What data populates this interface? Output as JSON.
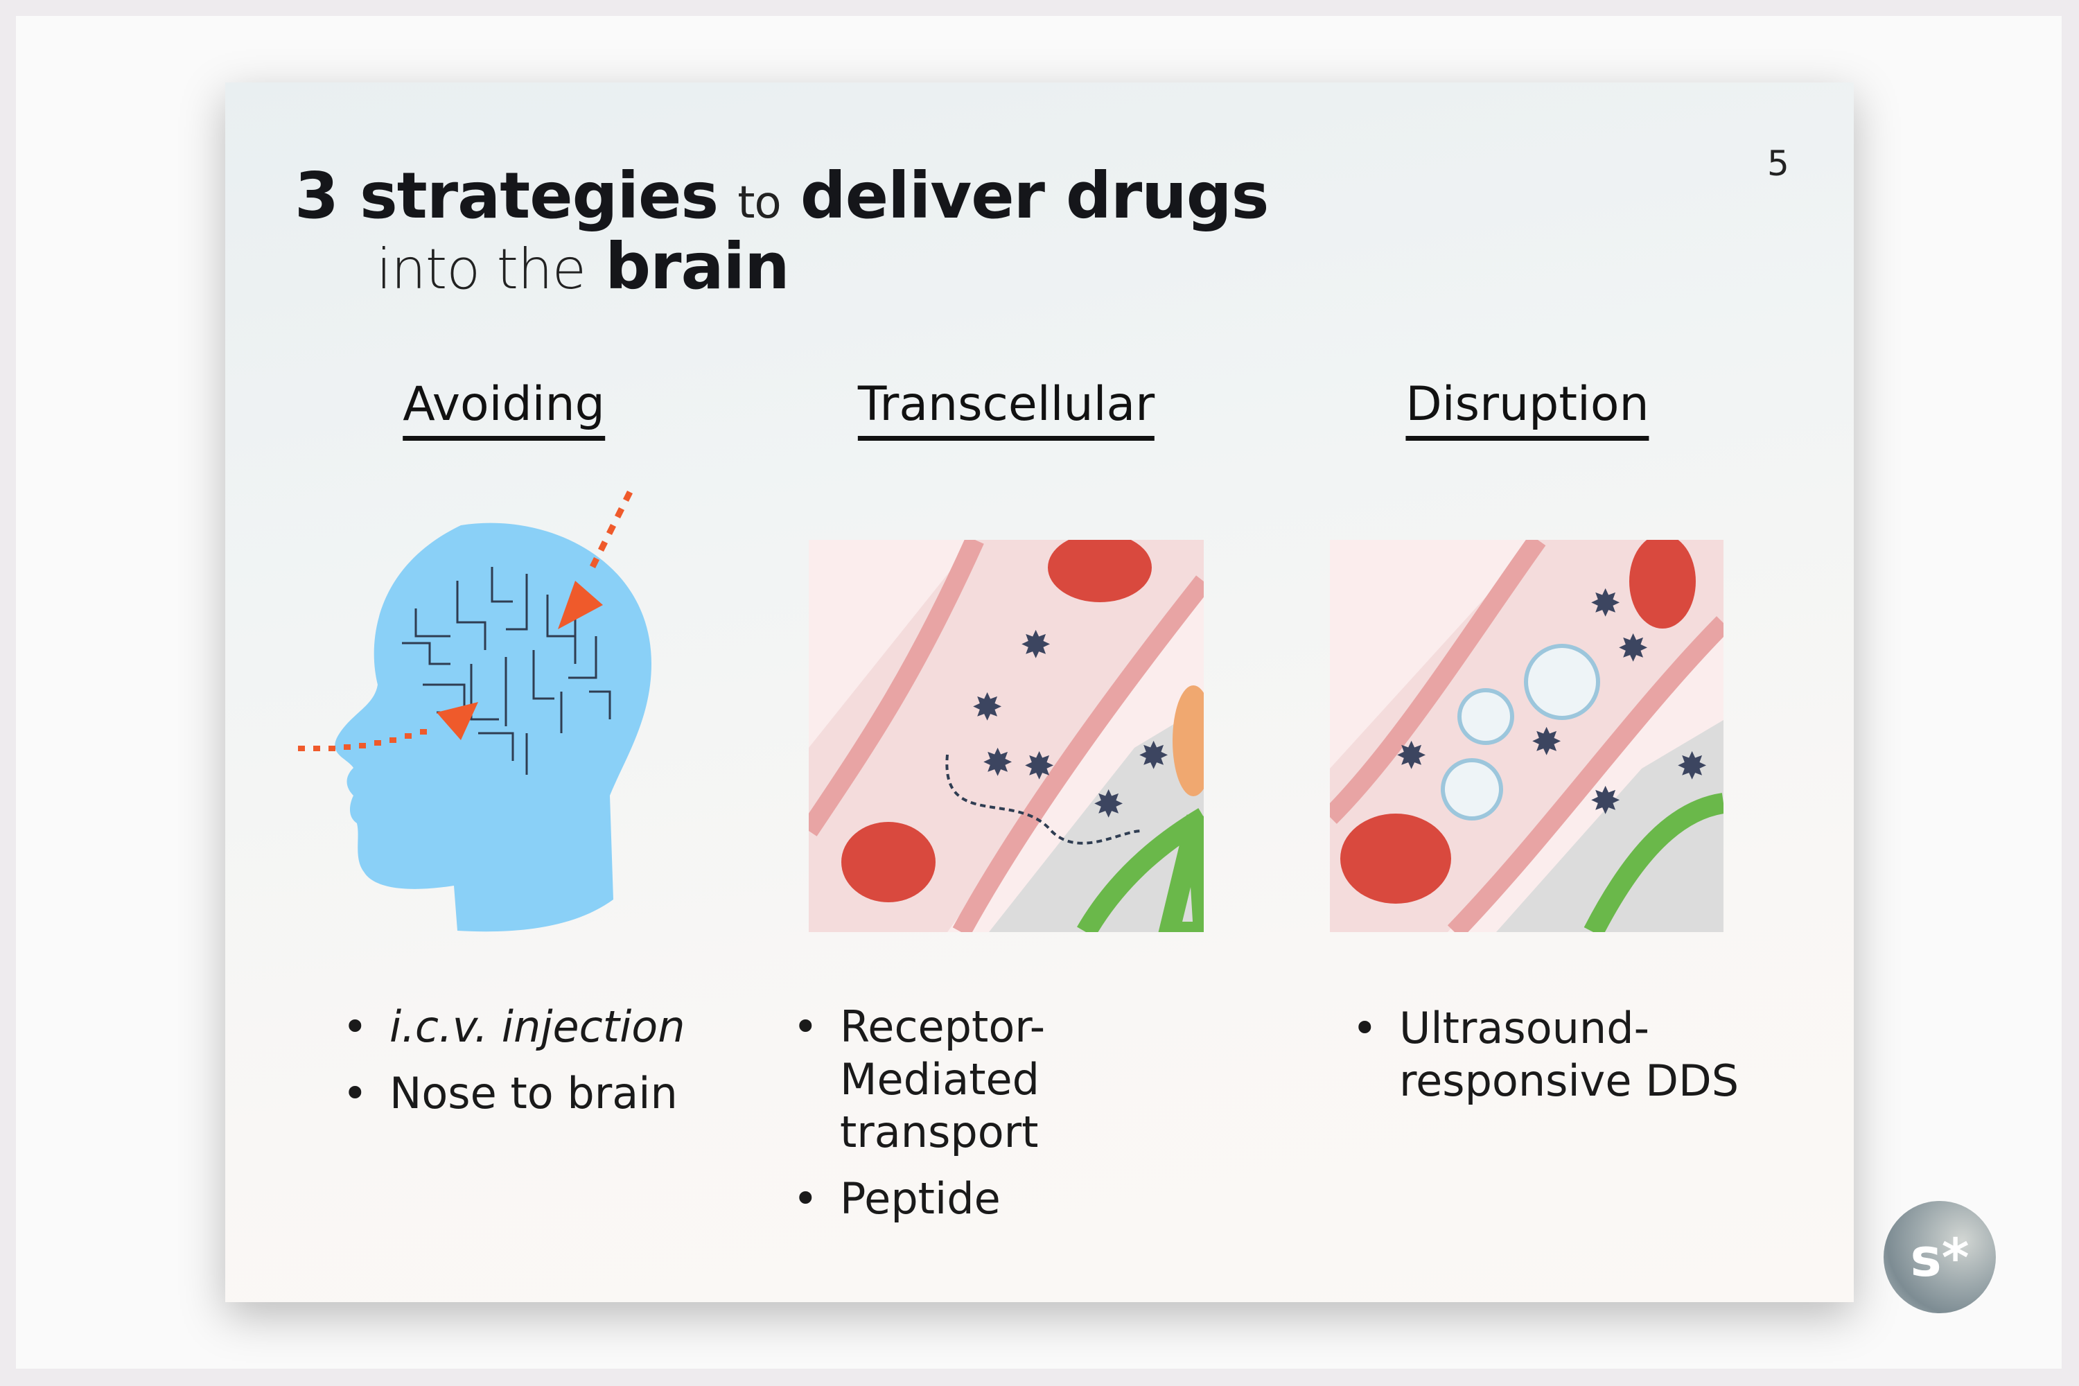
{
  "slide": {
    "page_number": "5",
    "title": {
      "line1_bold_a": "3 strategies",
      "line1_light": "to",
      "line1_bold_b": "deliver drugs",
      "line2_light": "into the",
      "line2_bold": "brain"
    },
    "columns": [
      {
        "heading": "Avoiding",
        "illustration": "head-brain-circuit-icon",
        "bullets": [
          "i.c.v. injection",
          "Nose to brain"
        ]
      },
      {
        "heading": "Transcellular",
        "illustration": "blood-vessel-transcellular-icon",
        "bullets": [
          "Receptor-Mediated transport",
          "Peptide"
        ]
      },
      {
        "heading": "Disruption",
        "illustration": "blood-vessel-disruption-icon",
        "bullets": [
          "Ultrasound-responsive DDS"
        ]
      }
    ]
  },
  "logo": {
    "text": "s*"
  },
  "colors": {
    "head": "#8ad0f7",
    "arrow": "#ef5a2b",
    "vessel": "#f4dcdc",
    "rbc": "#d9493e",
    "drug": "#3c4560",
    "cell": "#6ab84a"
  }
}
